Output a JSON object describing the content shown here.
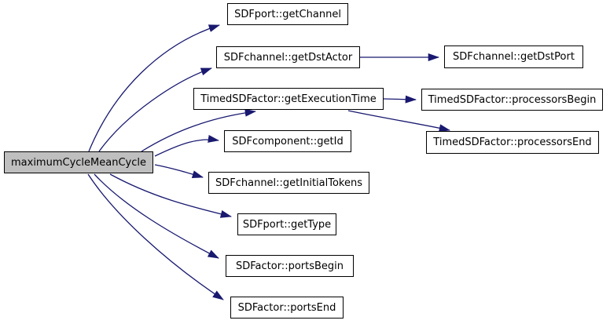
{
  "diagram": {
    "type": "call-graph",
    "colors": {
      "edge": "#191970",
      "node_fill": "#ffffff",
      "node_border": "#000000",
      "root_fill": "#bfbfbf",
      "background": "#ffffff",
      "text": "#000000"
    },
    "root": {
      "label": "maximumCycleMeanCycle"
    },
    "nodes": {
      "get_channel": {
        "label": "SDFport::getChannel"
      },
      "get_dst_actor": {
        "label": "SDFchannel::getDstActor"
      },
      "get_dst_port": {
        "label": "SDFchannel::getDstPort"
      },
      "get_execution_time": {
        "label": "TimedSDFactor::getExecutionTime"
      },
      "processors_begin": {
        "label": "TimedSDFactor::processorsBegin"
      },
      "processors_end": {
        "label": "TimedSDFactor::processorsEnd"
      },
      "get_id": {
        "label": "SDFcomponent::getId"
      },
      "get_initial_tokens": {
        "label": "SDFchannel::getInitialTokens"
      },
      "get_type": {
        "label": "SDFport::getType"
      },
      "ports_begin": {
        "label": "SDFactor::portsBegin"
      },
      "ports_end": {
        "label": "SDFactor::portsEnd"
      }
    },
    "edges": [
      {
        "from": "maximumCycleMeanCycle",
        "to": "SDFport::getChannel"
      },
      {
        "from": "maximumCycleMeanCycle",
        "to": "SDFchannel::getDstActor"
      },
      {
        "from": "maximumCycleMeanCycle",
        "to": "TimedSDFactor::getExecutionTime"
      },
      {
        "from": "maximumCycleMeanCycle",
        "to": "SDFcomponent::getId"
      },
      {
        "from": "maximumCycleMeanCycle",
        "to": "SDFchannel::getInitialTokens"
      },
      {
        "from": "maximumCycleMeanCycle",
        "to": "SDFport::getType"
      },
      {
        "from": "maximumCycleMeanCycle",
        "to": "SDFactor::portsBegin"
      },
      {
        "from": "maximumCycleMeanCycle",
        "to": "SDFactor::portsEnd"
      },
      {
        "from": "SDFchannel::getDstActor",
        "to": "SDFchannel::getDstPort"
      },
      {
        "from": "TimedSDFactor::getExecutionTime",
        "to": "TimedSDFactor::processorsBegin"
      },
      {
        "from": "TimedSDFactor::getExecutionTime",
        "to": "TimedSDFactor::processorsEnd"
      }
    ]
  }
}
